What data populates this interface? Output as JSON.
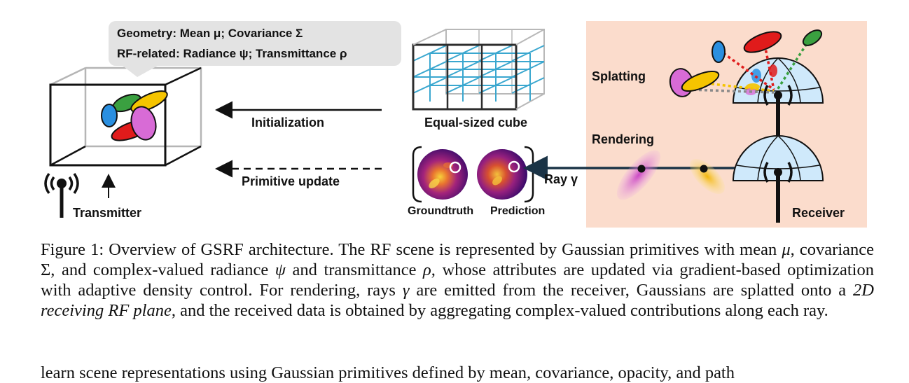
{
  "figure": {
    "attributes_line1": "Geometry: Mean μ;  Covariance Σ",
    "attributes_line2": "RF-related: Radiance ψ; Transmittance ρ",
    "initialization": "Initialization",
    "primitive_update": "Primitive update",
    "equal_cube": "Equal-sized cube",
    "transmitter": "Transmitter",
    "groundtruth": "Groundtruth",
    "prediction": "Prediction",
    "ray": "Ray γ",
    "splatting": "Splatting",
    "rendering": "Rendering",
    "receiver": "Receiver",
    "colors": {
      "panel_bg": "#fbdccc",
      "dome": "#cfe9fb",
      "grid_blue": "#3aa7cf",
      "blue_ellipse": "#2a8fe0",
      "green_ellipse": "#3aa040",
      "red_ellipse": "#e01b1b",
      "pink_ellipse": "#d86bd6",
      "yellow_ellipse": "#f5c400",
      "ray_line": "#1a3346"
    }
  },
  "caption": {
    "prefix": "Figure 1: Overview of GSRF architecture. The RF scene is represented by Gaussian primitives with mean ",
    "mu": "μ",
    "part2": ", covariance Σ, and complex-valued radiance ",
    "psi": "ψ",
    "part3": " and transmittance ",
    "rho": "ρ",
    "part4": ", whose attributes are updated via gradient-based optimization with adaptive density control. For rendering, rays ",
    "gamma": "γ",
    "part5": " are emitted from the receiver, Gaussians are splatted onto a ",
    "plane": "2D receiving RF plane",
    "part6": ", and the received data is obtained by aggregating complex-valued contributions along each ray."
  },
  "body_text": "learn scene representations using Gaussian primitives defined by mean, covariance, opacity, and path"
}
